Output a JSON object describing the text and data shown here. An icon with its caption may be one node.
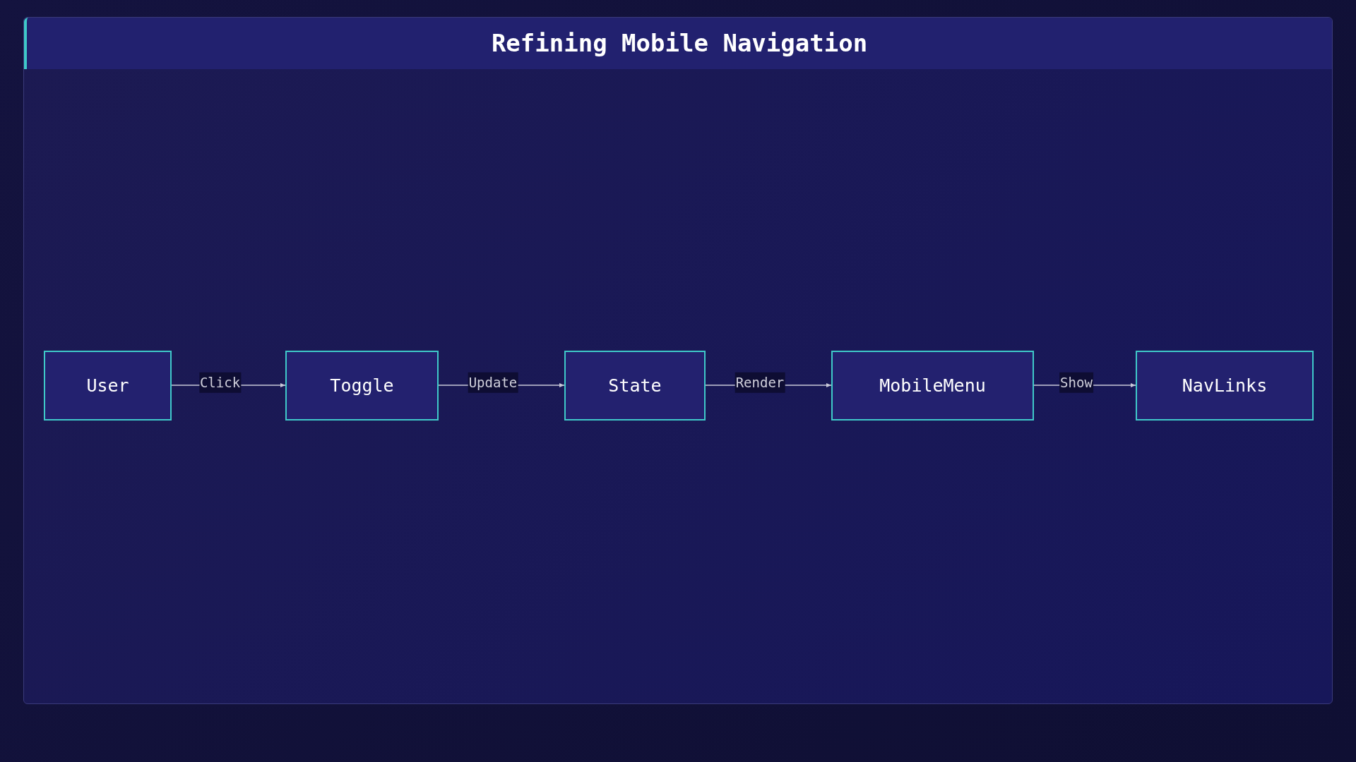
{
  "diagram": {
    "title": "Refining Mobile Navigation",
    "nodes": [
      {
        "text": [
          "User"
        ]
      },
      {
        "text": [
          "Toggle"
        ]
      },
      {
        "text": [
          "State"
        ]
      },
      {
        "text": [
          "MobileMenu"
        ]
      },
      {
        "text": [
          "NavLinks"
        ]
      }
    ],
    "edges": [
      {
        "from": 0,
        "to": 1,
        "arrow": "to",
        "label": "Click"
      },
      {
        "from": 1,
        "to": 2,
        "arrow": "to",
        "label": "Update"
      },
      {
        "from": 2,
        "to": 3,
        "arrow": "to",
        "label": "Render"
      },
      {
        "from": 3,
        "to": 4,
        "arrow": "to",
        "label": "Show"
      }
    ]
  }
}
